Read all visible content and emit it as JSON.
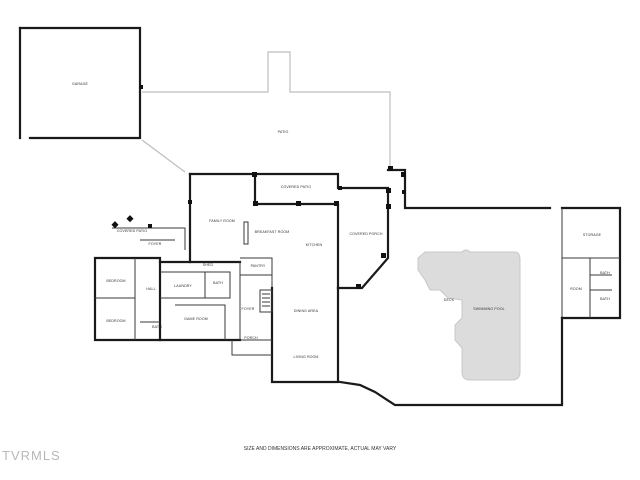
{
  "rooms": {
    "garage": "GARAGE",
    "patio": "PATIO",
    "covered_patio_top": "COVERED PATIO",
    "family_room": "FAMILY ROOM",
    "breakfast_room": "BREAKFAST ROOM",
    "kitchen": "KITCHEN",
    "covered_porch": "COVERED PORCH",
    "covered_patio_left": "COVERED PATIO",
    "foyer_small": "FOYER",
    "bedroom_top": "BEDROOM",
    "bedroom_bottom": "BEDROOM",
    "hall": "HALL",
    "laundry": "LAUNDRY",
    "bath_mid": "BATH",
    "bath_left": "BATH",
    "shed": "SHED",
    "pantry": "PANTRY",
    "game_room": "GAME ROOM",
    "foyer_main": "FOYER",
    "dining_area": "DINING AREA",
    "living_room": "LIVING ROOM",
    "porch": "PORCH",
    "swimming_pool": "SWIMMING POOL",
    "deck": "DECK",
    "storage": "STORAGE",
    "bath_right": "BATH",
    "room_right": "ROOM",
    "bath_right_lower": "BATH"
  },
  "footer": {
    "disclaimer": "SIZE AND DIMENSIONS ARE APPROXIMATE, ACTUAL MAY VARY",
    "logo": "TVRMLS"
  },
  "colors": {
    "wall": "#1a1a1a",
    "patio_outline": "#bdbdbd",
    "pool_fill": "#dcdcdc"
  }
}
